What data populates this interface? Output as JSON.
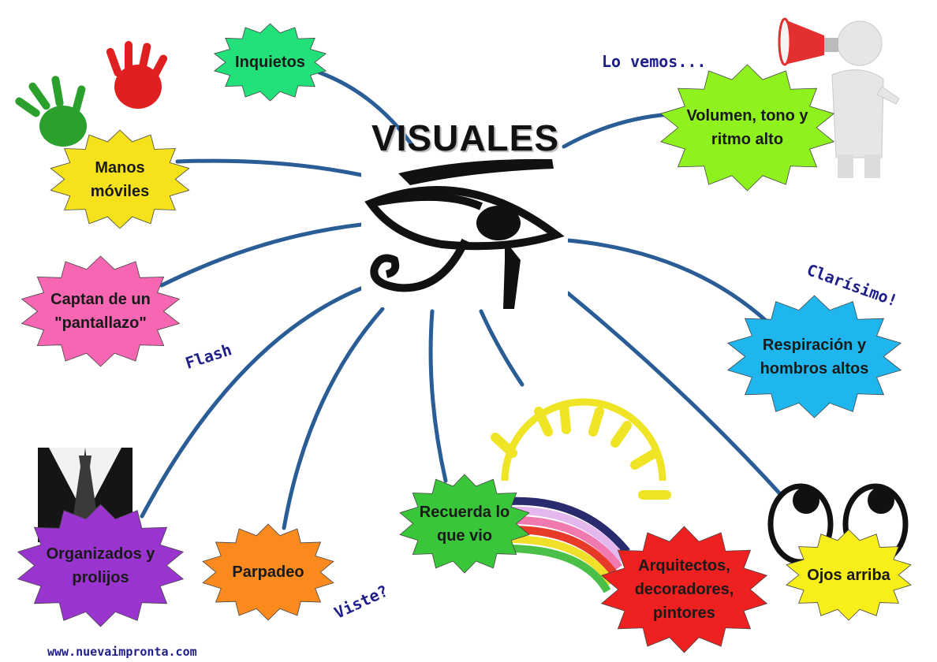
{
  "title": "VISUALES",
  "nodes": [
    {
      "label": "Inquietos",
      "color": "#22e07a"
    },
    {
      "label": "Manos\nmóviles",
      "color": "#f5e21a"
    },
    {
      "label": "Captan de un\n\"pantallazo\"",
      "color": "#f766b2"
    },
    {
      "label": "Organizados y\nprolijos",
      "color": "#9a34cf"
    },
    {
      "label": "Parpadeo",
      "color": "#fb8a1e"
    },
    {
      "label": "Recuerda lo\nque vio",
      "color": "#3ac63a"
    },
    {
      "label": "Arquitectos,\ndecoradores,\npintores",
      "color": "#ee2020"
    },
    {
      "label": "Ojos arriba",
      "color": "#f7ee1a"
    },
    {
      "label": "Respiración y\nhombros altos",
      "color": "#1fb6ee"
    },
    {
      "label": "Volumen, tono y\nritmo alto",
      "color": "#8ff21e"
    }
  ],
  "notes": {
    "lo_vemos": "Lo vemos...",
    "clarisimo": "Clarísimo!",
    "flash": "Flash",
    "viste": "Viste?"
  },
  "footer": "www.nuevaimpronta.com",
  "icons": [
    "eye-of-horus-icon",
    "handprints-icon",
    "megaphone-figure-icon",
    "suit-tie-icon",
    "sun-rainbow-icon",
    "cartoon-eyes-icon"
  ],
  "colors": {
    "connector": "#2a5c96",
    "note_text": "#1f1f8a"
  }
}
